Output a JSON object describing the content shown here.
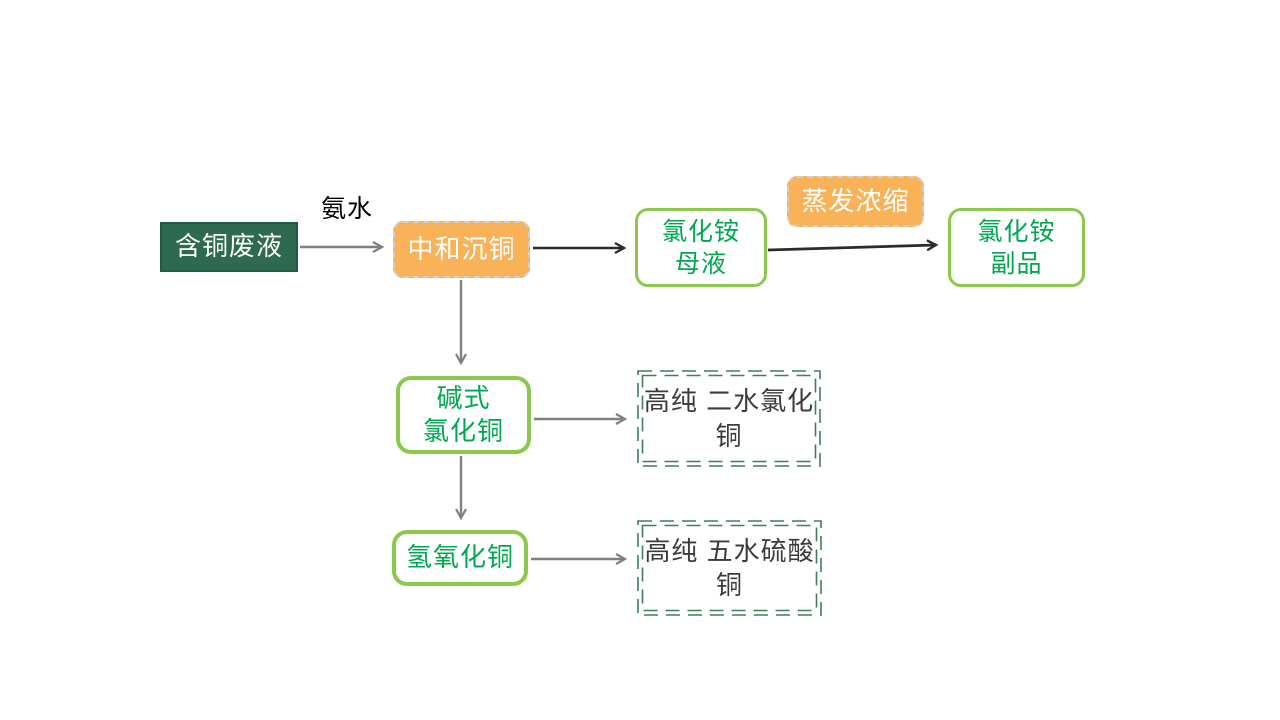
{
  "diagram": {
    "title": "copper-waste-recovery-flowchart",
    "colors": {
      "dark_green_fill": "#2D6A4F",
      "dark_green_border": "#1F5B45",
      "orange_fill": "#F9B257",
      "orange_dash_border": "#CFCFCF",
      "green_border": "#8CC84B",
      "green_text": "#00A84F",
      "dashed_green": "#3E7E5B",
      "dark_text": "#3B3B3B",
      "gray_arrow": "#808080",
      "black_arrow": "#2B2B2B",
      "canvas_bg": "#FFFFFF"
    },
    "nodes": {
      "waste": {
        "label": "含铜废液"
      },
      "neutralize": {
        "label": "中和沉铜"
      },
      "mother_liquor": {
        "line1": "氯化铵",
        "line2": "母液"
      },
      "evaporate": {
        "label": "蒸发浓缩"
      },
      "byproduct": {
        "line1": "氯化铵",
        "line2": "副品"
      },
      "basic_chloride": {
        "line1": "碱式",
        "line2": "氯化铜"
      },
      "dihydrate": {
        "line1": "高纯",
        "line2": "二水氯化铜"
      },
      "hydroxide": {
        "label": "氢氧化铜"
      },
      "pentahydrate": {
        "line1": "高纯",
        "line2": "五水硫酸铜"
      }
    },
    "edge_labels": {
      "ammonia": "氨水"
    }
  }
}
